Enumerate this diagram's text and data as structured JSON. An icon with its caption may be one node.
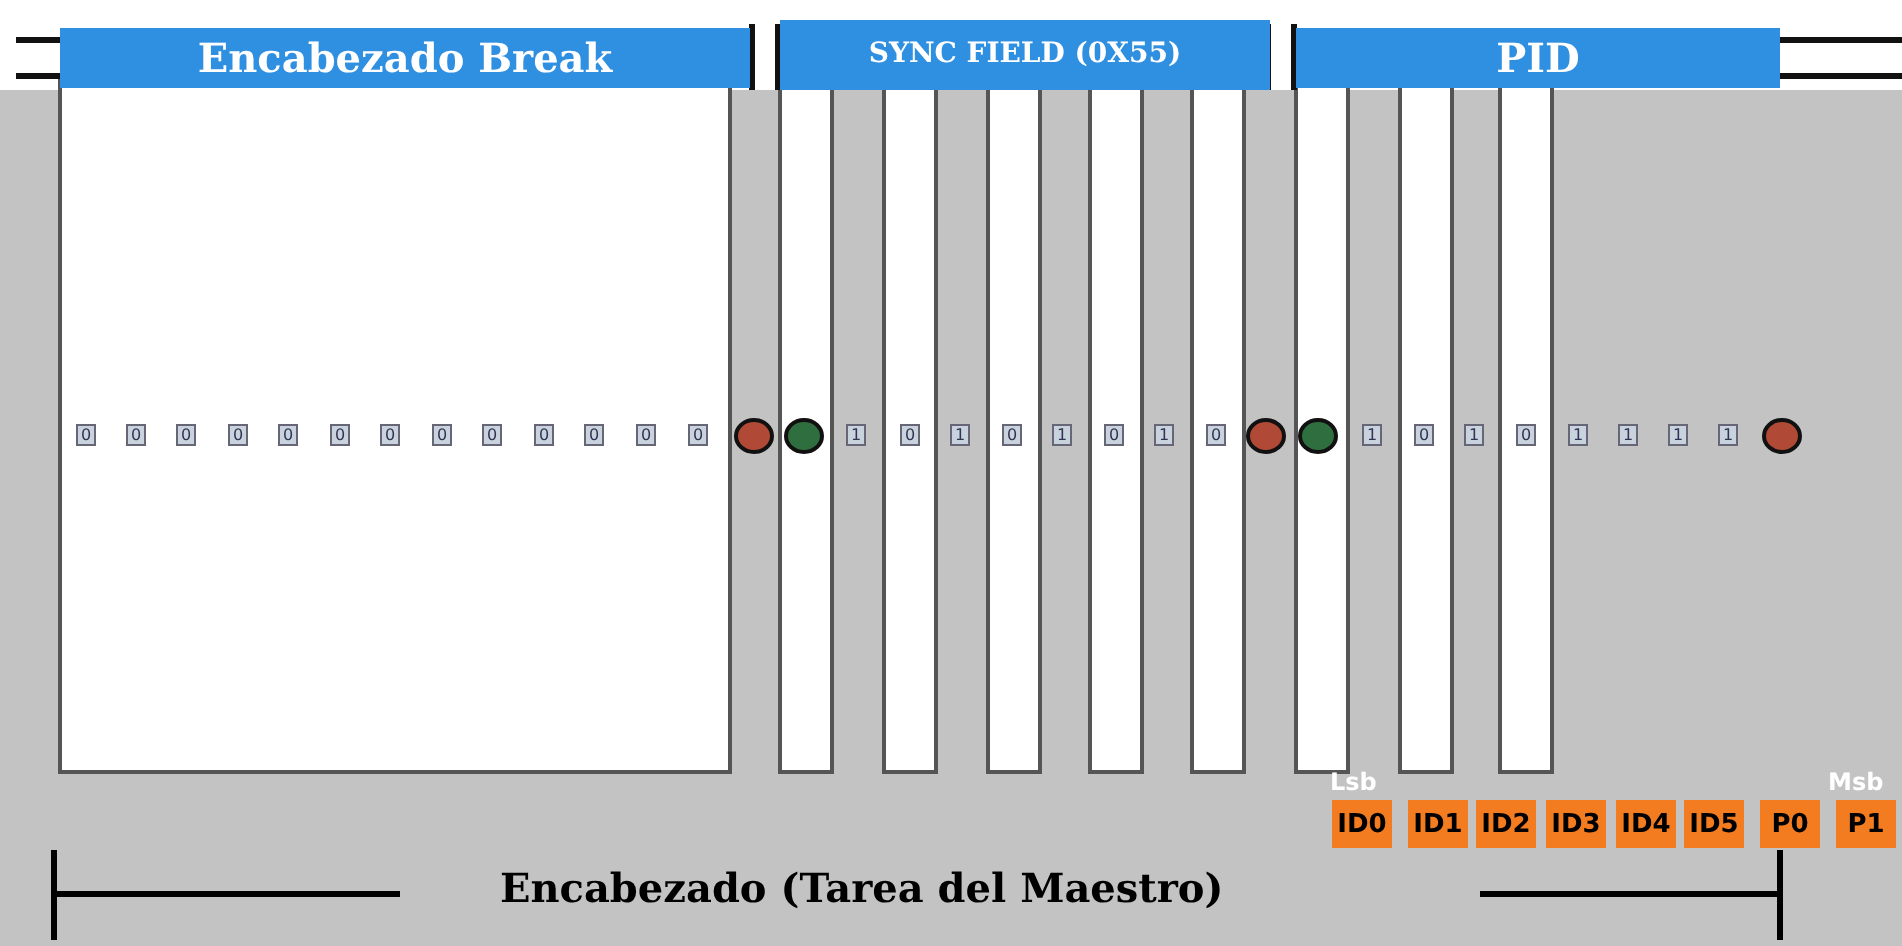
{
  "diagram": {
    "nodes": [
      {
        "text": [
          "Encabezado Break"
        ]
      },
      {
        "text": [
          "SYNC FIELD (0X55)"
        ]
      },
      {
        "text": [
          "PID"
        ]
      },
      {
        "text": [
          "ID0"
        ]
      },
      {
        "text": [
          "ID1"
        ]
      },
      {
        "text": [
          "ID2"
        ]
      },
      {
        "text": [
          "ID3"
        ]
      },
      {
        "text": [
          "ID4"
        ]
      },
      {
        "text": [
          "ID5"
        ]
      },
      {
        "text": [
          "P0"
        ]
      },
      {
        "text": [
          "P1"
        ]
      }
    ],
    "labels": [
      "0",
      "0",
      "0",
      "0",
      "0",
      "0",
      "0",
      "0",
      "0",
      "0",
      "0",
      "0",
      "0",
      "1",
      "0",
      "1",
      "0",
      "1",
      "0",
      "1",
      "0",
      "1",
      "0",
      "1",
      "0",
      "1",
      "1",
      "1",
      "1",
      "Lsb",
      "Msb",
      "Encabezado (Tarea del Maestro)"
    ]
  }
}
